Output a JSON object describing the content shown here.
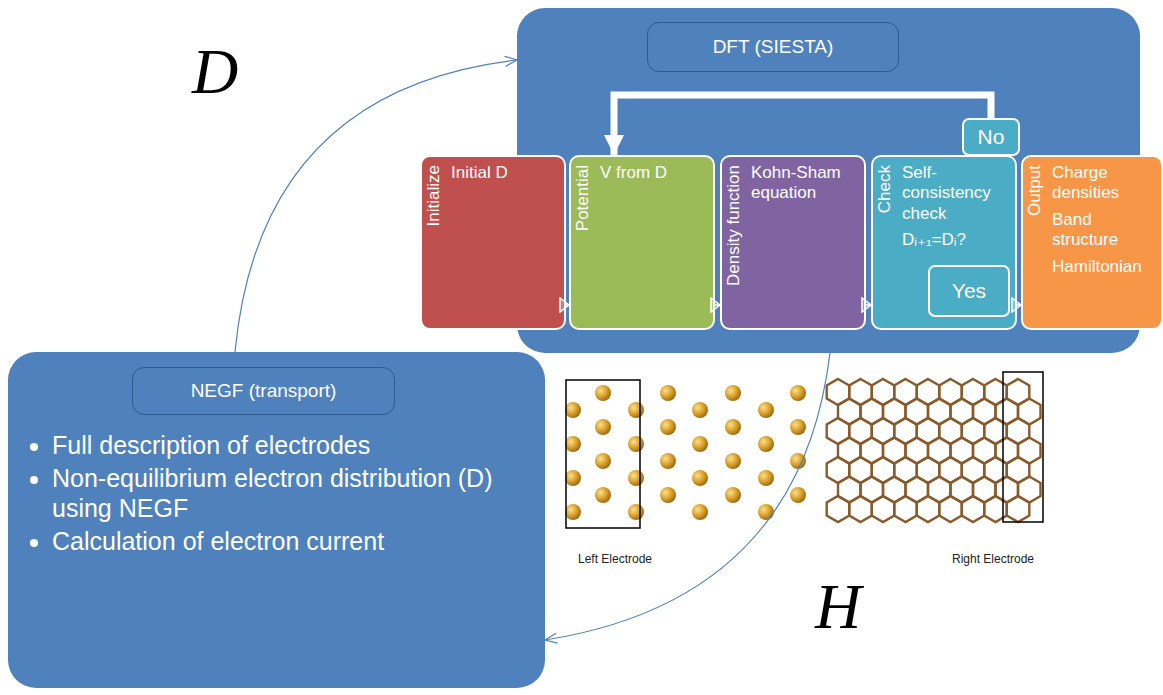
{
  "diagram": {
    "nodes": [
      {
        "text": [
          "DFT (SIESTA)"
        ]
      },
      {
        "text": [
          "Initialize",
          "Initial D"
        ],
        "in": 0
      },
      {
        "text": [
          "Potential",
          "V from D"
        ],
        "in": 0
      },
      {
        "text": [
          "Density function",
          "Kohn-Sham equation"
        ],
        "in": 0
      },
      {
        "text": [
          "Check",
          "Self-consistency check",
          "Dᵢ₊₁=Dᵢ?"
        ],
        "in": 0
      },
      {
        "text": [
          "Yes"
        ],
        "in": 4
      },
      {
        "text": [
          "Output",
          "Charge densities",
          "Band structure",
          "Hamiltonian"
        ],
        "in": 0
      },
      {
        "text": [
          "No"
        ],
        "in": 0
      },
      {
        "text": [
          "NEGF (transport)",
          "Full description of electrodes",
          "Non-equilibrium electron distribution (D) using NEGF",
          "Calculation of electron current"
        ]
      }
    ],
    "edges": [
      {
        "from": 8,
        "to": 0,
        "label": "D",
        "arrow": "to"
      },
      {
        "from": 0,
        "to": 8,
        "label": "H",
        "arrow": "to"
      },
      {
        "from": 1,
        "to": 2,
        "arrow": "to"
      },
      {
        "from": 2,
        "to": 3,
        "arrow": "to"
      },
      {
        "from": 3,
        "to": 4,
        "arrow": "to"
      },
      {
        "from": 4,
        "to": 6,
        "arrow": "to"
      },
      {
        "from": 7,
        "to": 2,
        "arrow": "to"
      }
    ],
    "labels": [
      "Left Electrode",
      "Right Electrode"
    ]
  }
}
